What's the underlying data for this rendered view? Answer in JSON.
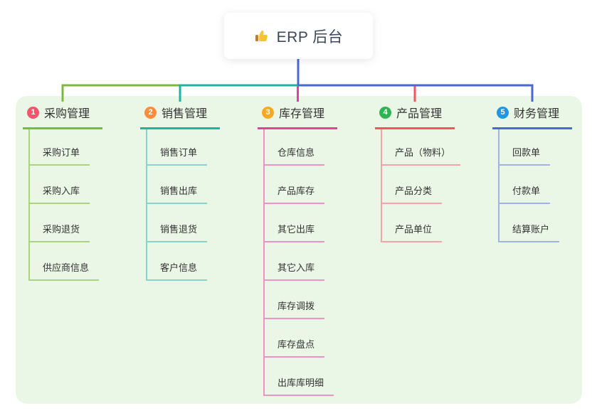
{
  "root": {
    "title": "ERP 后台",
    "icon": "thumbs-up-icon"
  },
  "colors": {
    "panel_bg": "#ebf7e6",
    "root_line": "#4a67d6",
    "title_color": "#3d4757",
    "thumb_yellow": "#f5c431",
    "thumb_cuff": "#c27a2c"
  },
  "branches": [
    {
      "index": "1",
      "label": "采购管理",
      "color": "#7cb93f",
      "light_color": "#abd381",
      "badge_color": "#f3556a",
      "children": [
        "采购订单",
        "采购入库",
        "采购退货",
        "供应商信息"
      ]
    },
    {
      "index": "2",
      "label": "销售管理",
      "color": "#1fb3a4",
      "light_color": "#8ad3c9",
      "badge_color": "#fa8c3c",
      "children": [
        "销售订单",
        "销售出库",
        "销售退货",
        "客户信息"
      ]
    },
    {
      "index": "3",
      "label": "库存管理",
      "color": "#e0419a",
      "light_color": "#f092c6",
      "badge_color": "#f9a825",
      "children": [
        "仓库信息",
        "产品库存",
        "其它出库",
        "其它入库",
        "库存调拨",
        "库存盘点",
        "出库库明细"
      ]
    },
    {
      "index": "4",
      "label": "产品管理",
      "color": "#f4545f",
      "light_color": "#f8a3a8",
      "badge_color": "#2fb454",
      "children": [
        "产品（物料）",
        "产品分类",
        "产品单位"
      ]
    },
    {
      "index": "5",
      "label": "财务管理",
      "color": "#4a67d6",
      "light_color": "#a2b2e8",
      "badge_color": "#2196e3",
      "children": [
        "回款单",
        "付款单",
        "结算账户"
      ]
    }
  ]
}
